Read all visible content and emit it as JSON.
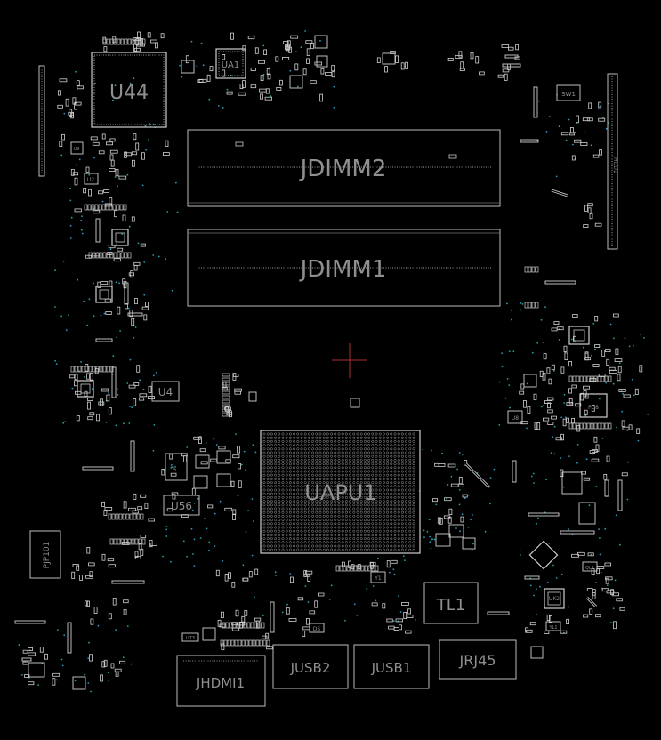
{
  "colors": {
    "background": "#000000",
    "outline": "#c8c8c8",
    "label": "#8f8f8f",
    "via": "#2a9cb0",
    "crosshair": "#b03030"
  },
  "components": {
    "u44": "U44",
    "ua1": "UA1",
    "jdimm2": "JDIMM2",
    "jdimm1": "JDIMM1",
    "uapu1": "UAPU1",
    "u4": "U4",
    "u56": "U56",
    "pjp101": "PJP101",
    "tl1": "TL1",
    "jhdmi1": "JHDMI1",
    "jusb2": "JUSB2",
    "jusb1": "JUSB1",
    "jrj45": "JRJ45",
    "sw1": "SW1",
    "jhdd1": "JHDD1",
    "u8": "U8",
    "u6": "U6",
    "y1": "Y1",
    "uk2": "UK2",
    "ds": "DS",
    "u73": "U73",
    "u2": "U2",
    "u3": "U3",
    "pu8": "PU8",
    "yl1": "YL1",
    "ql1": "QL1"
  }
}
